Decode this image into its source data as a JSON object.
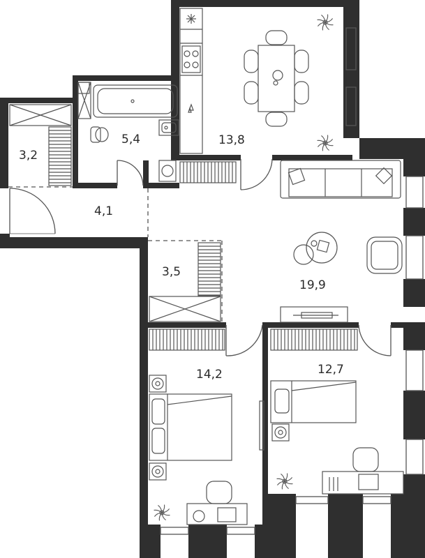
{
  "rooms": [
    {
      "id": "storage-entry",
      "area": "3,2"
    },
    {
      "id": "bathroom",
      "area": "5,4"
    },
    {
      "id": "kitchen",
      "area": "13,8"
    },
    {
      "id": "hallway",
      "area": "4,1"
    },
    {
      "id": "storage-central",
      "area": "3,5"
    },
    {
      "id": "living-room",
      "area": "19,9"
    },
    {
      "id": "bedroom-large",
      "area": "14,2"
    },
    {
      "id": "bedroom-small",
      "area": "12,7"
    }
  ],
  "colors": {
    "wall": "#2f2f2f",
    "line": "#555555",
    "furniture_fill": "#ececec",
    "plant": "#555555"
  }
}
